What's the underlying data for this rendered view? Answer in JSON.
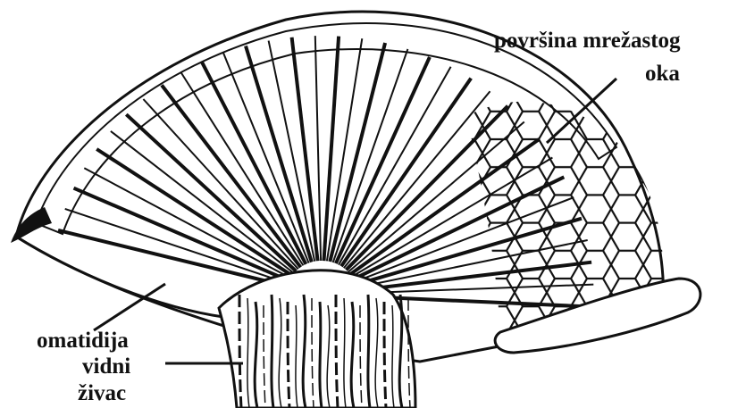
{
  "labels": {
    "surface_line1": "površina mrežastog",
    "surface_line2": "oka",
    "ommatidium": "omatidija",
    "nerve_line1": "vidni",
    "nerve_line2": "živac"
  },
  "colors": {
    "ink": "#111111",
    "paper": "#ffffff"
  }
}
